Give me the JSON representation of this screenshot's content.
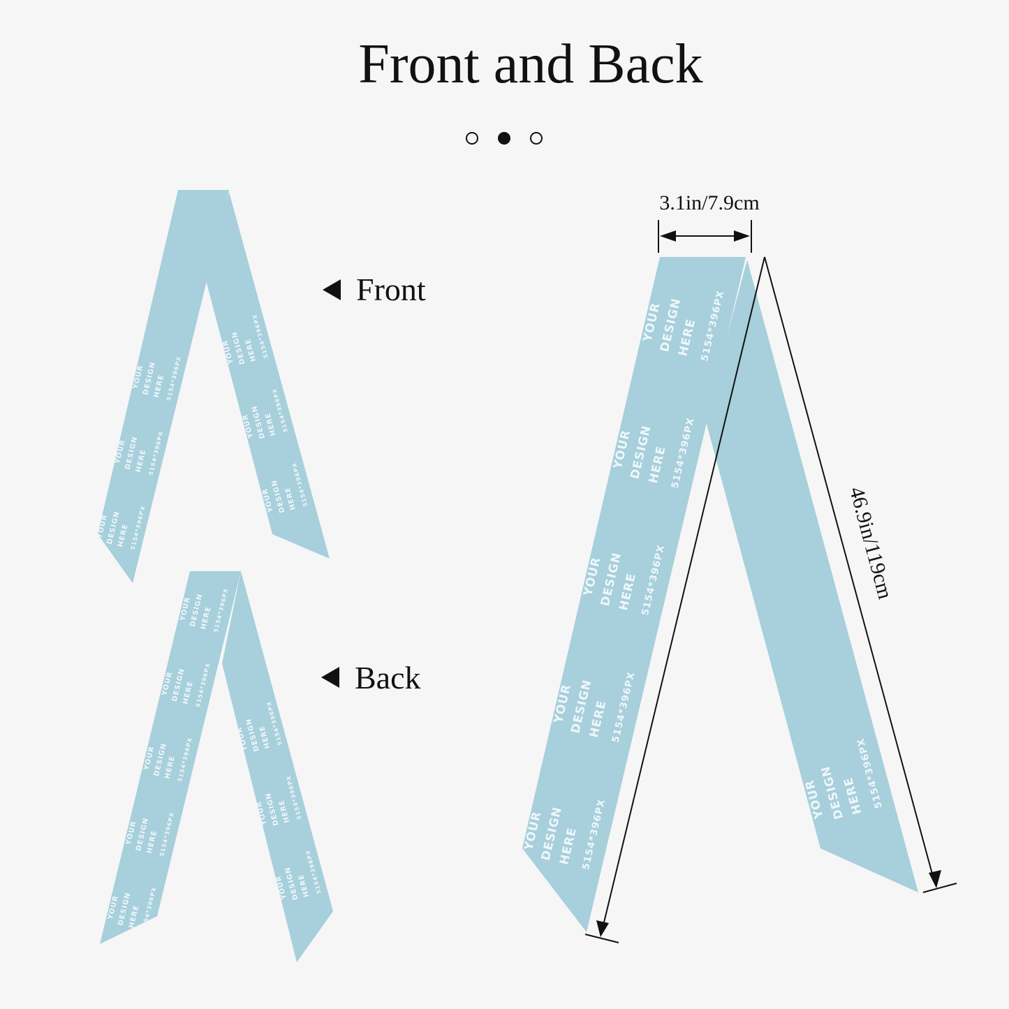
{
  "title": "Front and Back",
  "carousel": {
    "count": 3,
    "active_index": 1
  },
  "labels": {
    "front": "Front",
    "back": "Back"
  },
  "dimensions": {
    "width": "3.1in/7.9cm",
    "length": "46.9in/119cm"
  },
  "pattern": {
    "line1": "YOUR",
    "line2": "DESIGN",
    "line3": "HERE",
    "size": "5154*396PX"
  },
  "colors": {
    "scarf": "#a7cfdc",
    "background": "#f6f6f6",
    "text": "#111111"
  }
}
